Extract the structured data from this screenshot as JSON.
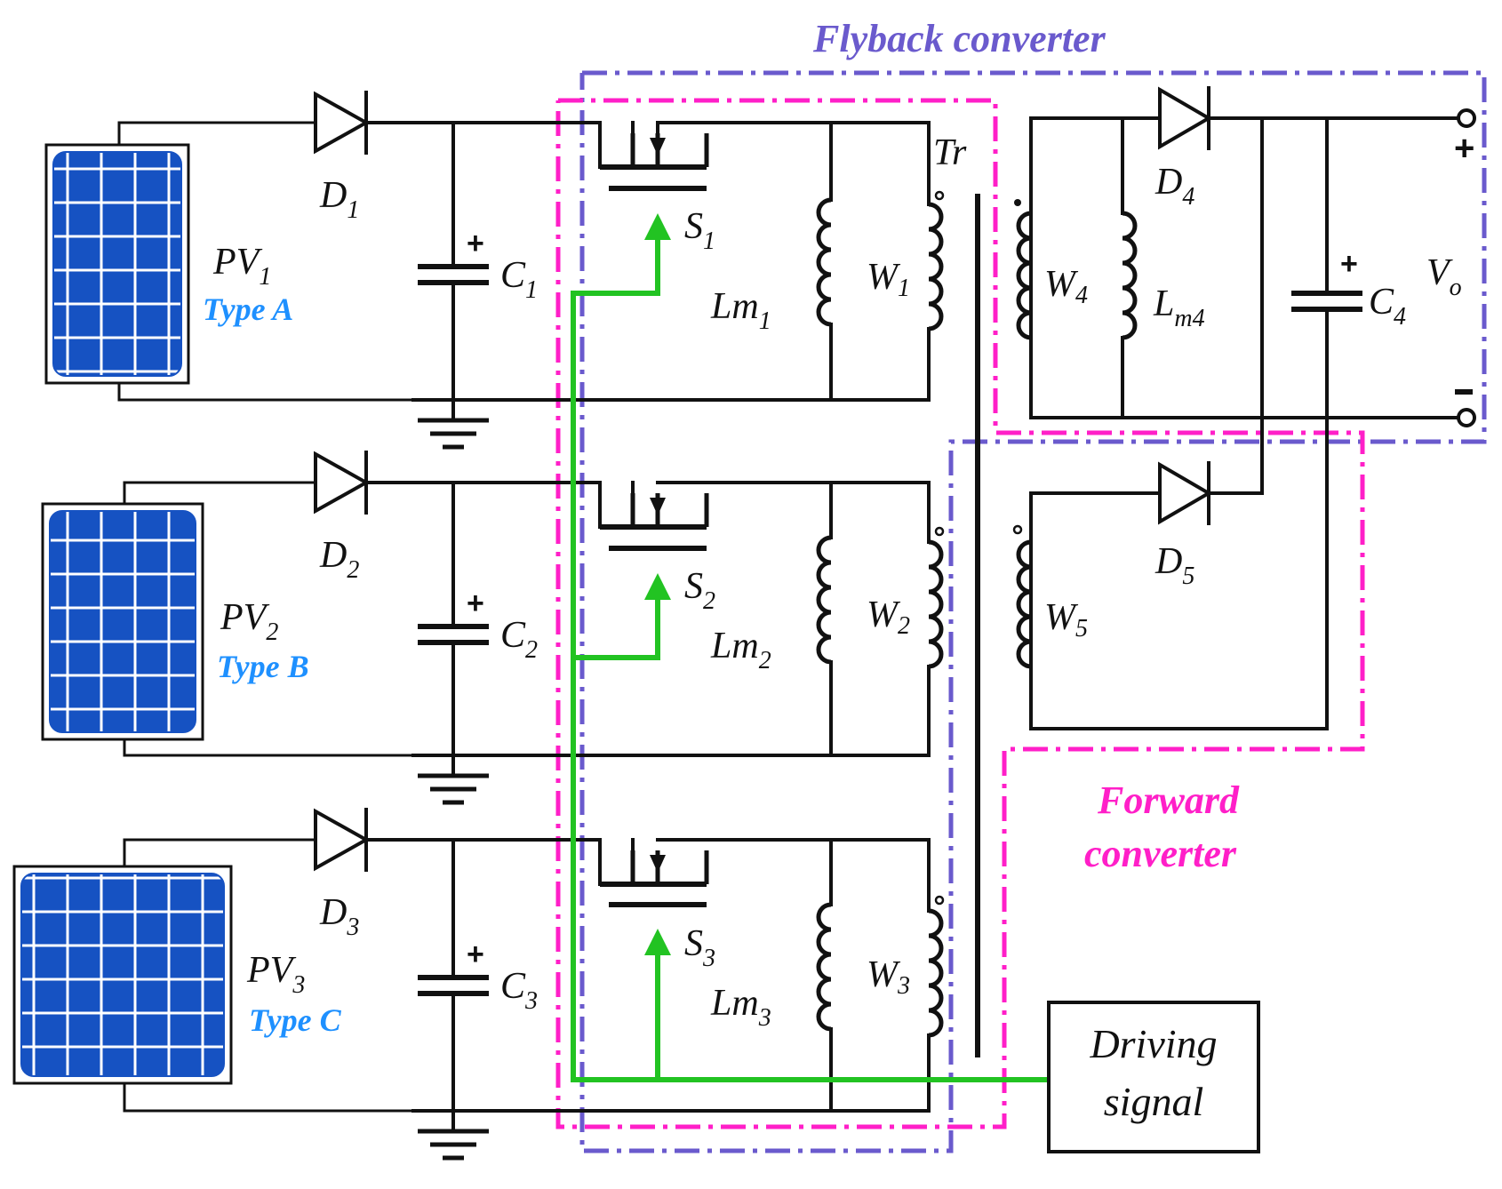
{
  "titles": {
    "flyback": "Flyback converter",
    "forward_line1": "Forward",
    "forward_line2": "converter"
  },
  "colors": {
    "flyback_box": "#6A5ACD",
    "forward_box": "#FF1FC8",
    "driving_line": "#22C322",
    "pv_cell": "#1652C2",
    "type_text": "#1E90FF",
    "wire": "#111111"
  },
  "pv_panels": [
    {
      "base": "PV",
      "sub": "1",
      "type": "Type A"
    },
    {
      "base": "PV",
      "sub": "2",
      "type": "Type B"
    },
    {
      "base": "PV",
      "sub": "3",
      "type": "Type C"
    }
  ],
  "diodes": [
    {
      "base": "D",
      "sub": "1"
    },
    {
      "base": "D",
      "sub": "2"
    },
    {
      "base": "D",
      "sub": "3"
    },
    {
      "base": "D",
      "sub": "4"
    },
    {
      "base": "D",
      "sub": "5"
    }
  ],
  "capacitors": [
    {
      "base": "C",
      "sub": "1"
    },
    {
      "base": "C",
      "sub": "2"
    },
    {
      "base": "C",
      "sub": "3"
    },
    {
      "base": "C",
      "sub": "4"
    }
  ],
  "switches": [
    {
      "base": "S",
      "sub": "1"
    },
    {
      "base": "S",
      "sub": "2"
    },
    {
      "base": "S",
      "sub": "3"
    }
  ],
  "inductances": [
    {
      "base": "Lm",
      "sub": "1"
    },
    {
      "base": "Lm",
      "sub": "2"
    },
    {
      "base": "Lm",
      "sub": "3"
    },
    {
      "base": "L",
      "sub": "m4"
    }
  ],
  "windings": [
    {
      "base": "W",
      "sub": "1"
    },
    {
      "base": "W",
      "sub": "2"
    },
    {
      "base": "W",
      "sub": "3"
    },
    {
      "base": "W",
      "sub": "4"
    },
    {
      "base": "W",
      "sub": "5"
    }
  ],
  "transformer": "Tr",
  "output": {
    "base": "V",
    "sub": "o",
    "plus": "+",
    "minus": "-"
  },
  "polarity_plus": "+",
  "driving_block": {
    "line1": "Driving",
    "line2": "signal"
  }
}
